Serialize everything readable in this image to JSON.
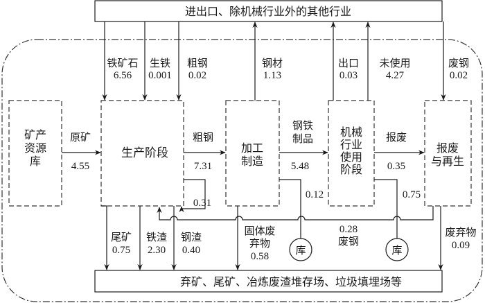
{
  "diagram": {
    "top_box": {
      "label": "进出口、除机械行业外的其他行业"
    },
    "bottom_box": {
      "label": "弃矿、尾矿、冶炼废渣堆存场、垃圾填埋场等"
    },
    "stages": [
      {
        "id": "mineral",
        "lines": [
          "矿产",
          "资源",
          "库"
        ]
      },
      {
        "id": "production",
        "lines": [
          "生产阶段"
        ]
      },
      {
        "id": "processing",
        "lines": [
          "加工",
          "制造"
        ]
      },
      {
        "id": "usage",
        "lines": [
          "机械",
          "行业",
          "使用",
          "阶段"
        ]
      },
      {
        "id": "scrap",
        "lines": [
          "报废",
          "与再生"
        ]
      }
    ],
    "stocks": [
      {
        "label": "库"
      },
      {
        "label": "库"
      }
    ],
    "flows": {
      "iron_ore_in": {
        "name": "铁矿石",
        "value": "6.56"
      },
      "pig_iron_in": {
        "name": "生铁",
        "value": "0.001"
      },
      "crude_steel_in": {
        "name": "粗钢",
        "value": "0.02"
      },
      "steel_out": {
        "name": "钢材",
        "value": "1.13"
      },
      "export_out": {
        "name": "出口",
        "value": "0.03"
      },
      "unused_out": {
        "name": "未使用",
        "value": "4.27"
      },
      "scrap_steel_in": {
        "name": "废钢",
        "value": "0.02"
      },
      "raw_ore": {
        "name": "原矿",
        "value": "4.55"
      },
      "crude_steel": {
        "name": "粗钢",
        "value": "7.31"
      },
      "steel_products": {
        "name": "钢铁制品",
        "name_lines": [
          "钢铁",
          "制品"
        ],
        "value": "5.48"
      },
      "scrapped": {
        "name": "报废",
        "value": "0.35"
      },
      "internal_return": {
        "value": "0.31"
      },
      "processing_scrap": {
        "value": "0.12"
      },
      "usage_scrap": {
        "value": "0.75"
      },
      "scrap_return": {
        "name": "废钢",
        "value": "0.28"
      },
      "tailings": {
        "name": "尾矿",
        "value": "0.75"
      },
      "iron_slag": {
        "name": "铁渣",
        "value": "2.30"
      },
      "steel_slag": {
        "name": "钢渣",
        "value": "0.40"
      },
      "solid_waste": {
        "name": "固体废弃物",
        "name_lines": [
          "固体废",
          "弃物"
        ],
        "value": "0.58"
      },
      "waste": {
        "name": "废弃物",
        "value": "0.09"
      }
    }
  }
}
